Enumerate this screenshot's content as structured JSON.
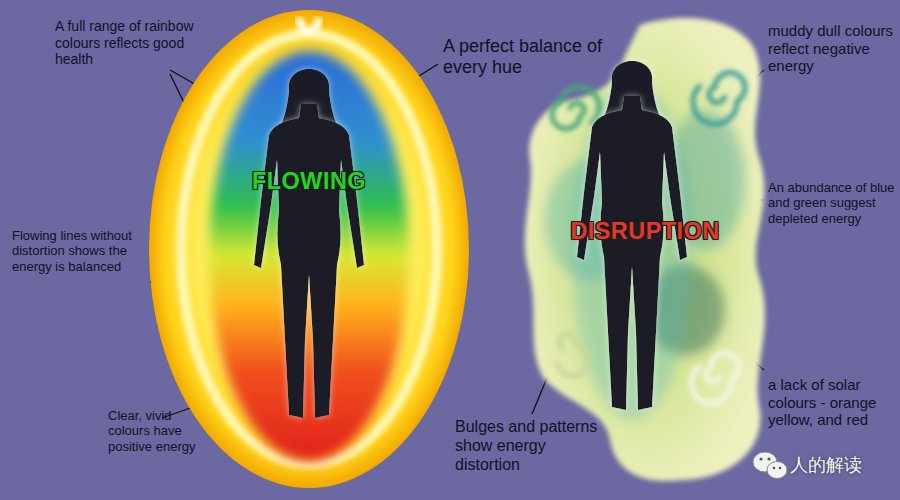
{
  "diagram": {
    "nodes": [
      {
        "text": [
          "FLOWING"
        ]
      },
      {
        "text": [
          "DISRUPTION"
        ]
      }
    ],
    "labels": [
      "A full range of rainbow colours reflects good health",
      "A perfect balance of every hue",
      "muddy dull colours reflect negative energy",
      "An abundance of blue and green suggest depleted energy",
      "Flowing lines without distortion shows the energy is balanced",
      "a lack of solar colours - orange yellow, and red",
      "Clear, vivid colours have positive energy",
      "Bulges and patterns show energy distortion",
      "人的解读"
    ]
  }
}
